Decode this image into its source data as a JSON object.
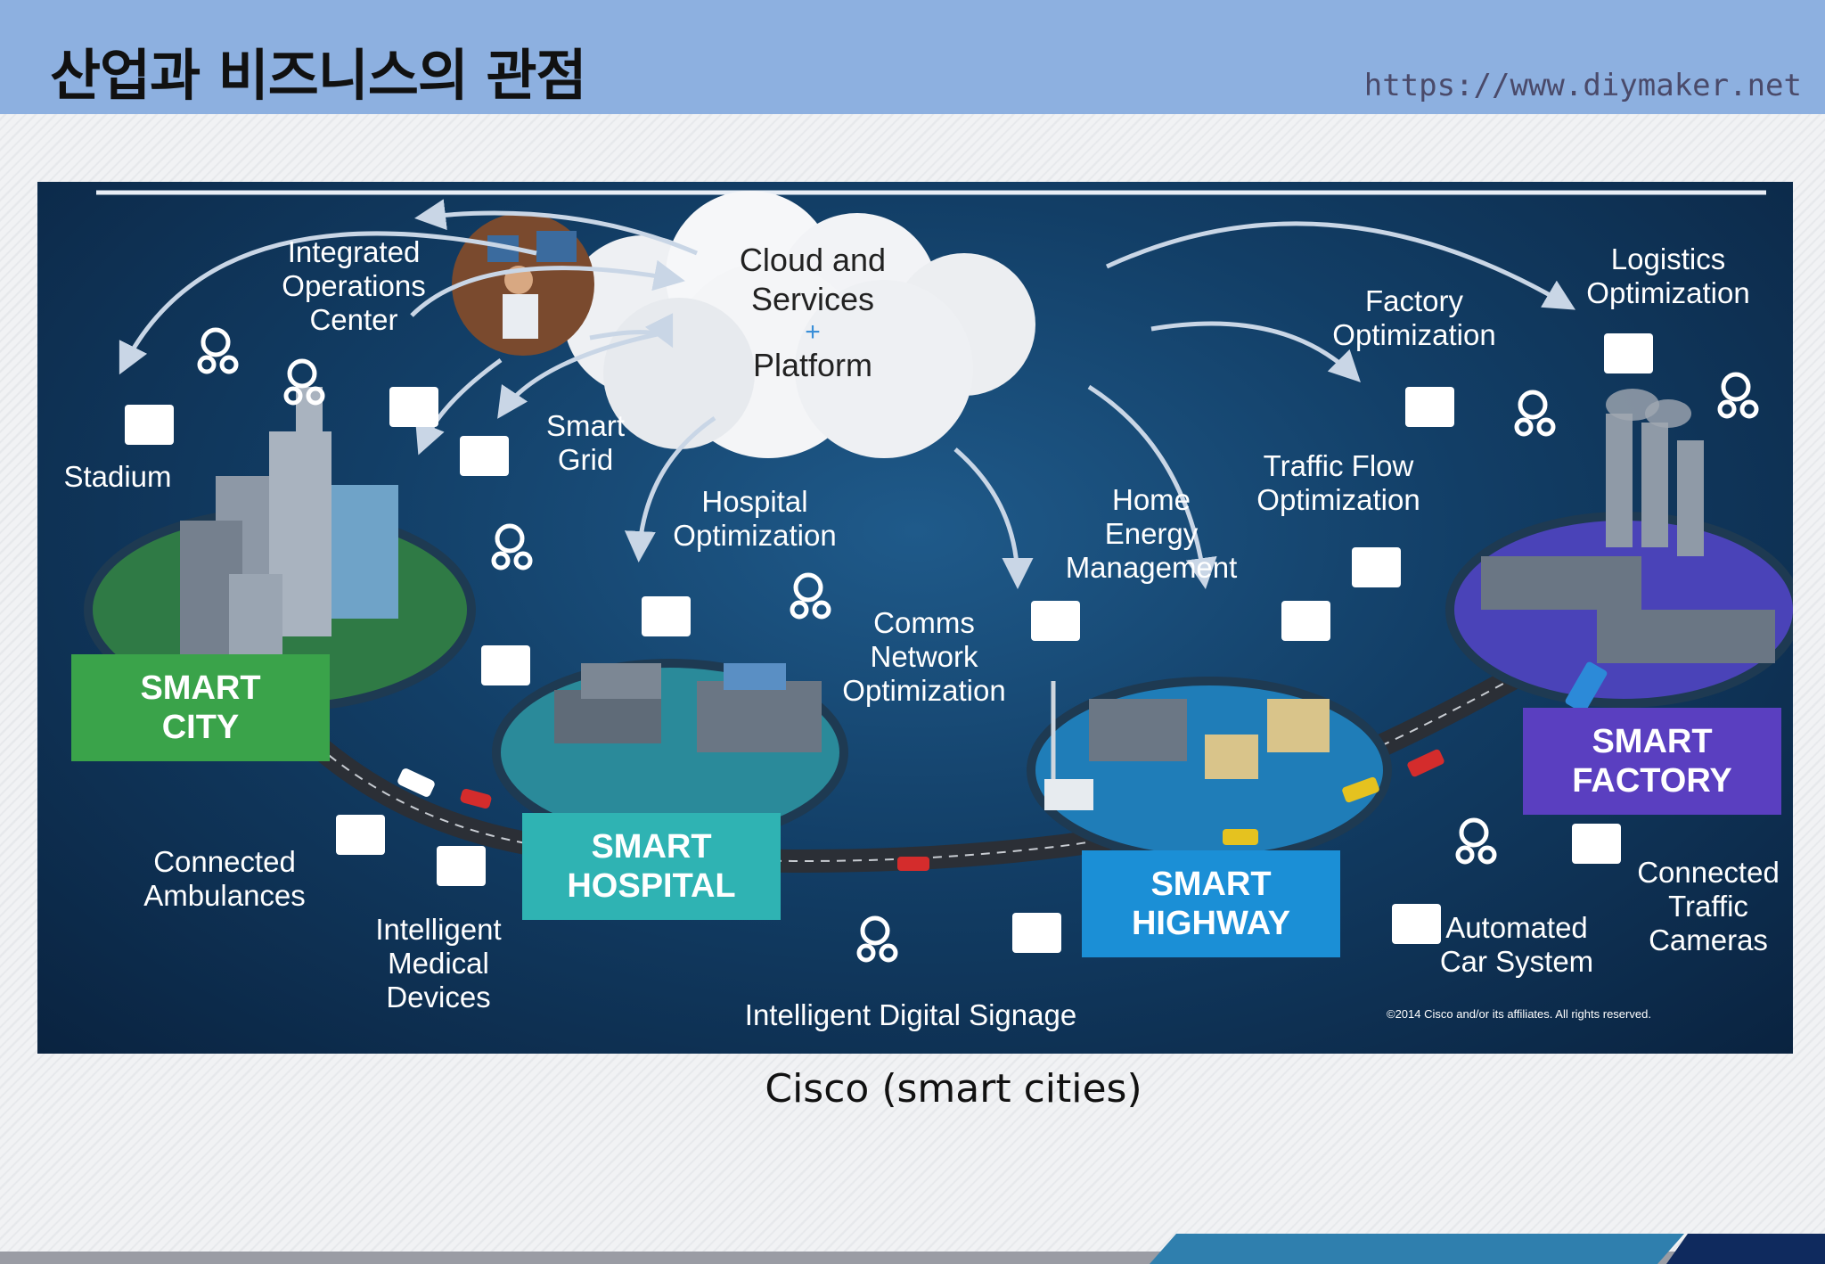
{
  "header": {
    "title": "산업과 비즈니스의 관점",
    "url": "https://www.diymaker.net"
  },
  "diagram": {
    "cloud": {
      "line1": "Cloud and",
      "line2": "Services",
      "plus": "+",
      "line3": "Platform"
    },
    "labels": {
      "integrated_ops": "Integrated\nOperations\nCenter",
      "stadium": "Stadium",
      "smart_grid": "Smart\nGrid",
      "hospital_opt": "Hospital\nOptimization",
      "comms_network": "Comms\nNetwork\nOptimization",
      "home_energy": "Home\nEnergy\nManagement",
      "traffic_flow": "Traffic Flow\nOptimization",
      "factory_opt": "Factory\nOptimization",
      "logistics_opt": "Logistics\nOptimization",
      "connected_ambulances": "Connected\nAmbulances",
      "medical_devices": "Intelligent\nMedical\nDevices",
      "digital_signage": "Intelligent  Digital Signage",
      "automated_car": "Automated\nCar System",
      "traffic_cameras": "Connected\nTraffic\nCameras"
    },
    "tags": {
      "city": "SMART\nCITY",
      "hospital": "SMART\nHOSPITAL",
      "highway": "SMART\nHIGHWAY",
      "factory": "SMART\nFACTORY"
    },
    "colors": {
      "city": "#3aa34a",
      "hospital": "#2fb3b3",
      "highway": "#1b8fd6",
      "factory": "#5a3fc0"
    },
    "copyright": "©2014 Cisco and/or its affiliates. All rights reserved."
  },
  "caption": "Cisco (smart cities)"
}
